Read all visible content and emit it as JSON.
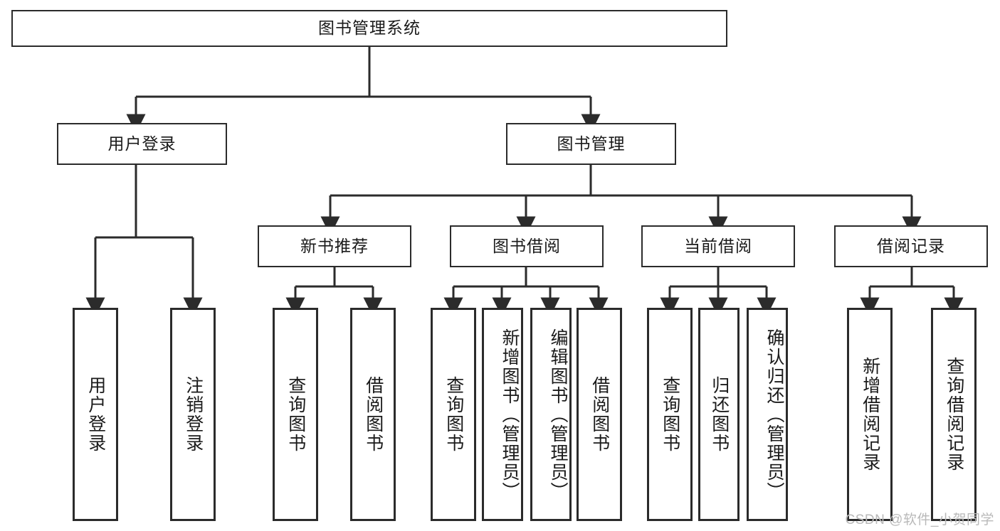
{
  "diagram": {
    "type": "tree-hierarchy",
    "orientation": "top-down",
    "root": {
      "id": "root",
      "label": "图书管理系统"
    },
    "level2": [
      {
        "id": "user-login",
        "label": "用户登录"
      },
      {
        "id": "book-management",
        "label": "图书管理"
      }
    ],
    "level3": [
      {
        "id": "new-book-recommend",
        "label": "新书推荐",
        "parent": "book-management"
      },
      {
        "id": "book-borrow",
        "label": "图书借阅",
        "parent": "book-management"
      },
      {
        "id": "current-borrow",
        "label": "当前借阅",
        "parent": "book-management"
      },
      {
        "id": "borrow-record",
        "label": "借阅记录",
        "parent": "book-management"
      }
    ],
    "leaves": [
      {
        "id": "leaf-user-login",
        "label": "用户登录",
        "parent": "user-login"
      },
      {
        "id": "leaf-user-logout",
        "label": "注销登录",
        "parent": "user-login"
      },
      {
        "id": "leaf-query-book-1",
        "label": "查询图书",
        "parent": "new-book-recommend"
      },
      {
        "id": "leaf-borrow-book-1",
        "label": "借阅图书",
        "parent": "new-book-recommend"
      },
      {
        "id": "leaf-query-book-2",
        "label": "查询图书",
        "parent": "book-borrow"
      },
      {
        "id": "leaf-add-book",
        "label": "新增图书（管理员）",
        "parent": "book-borrow"
      },
      {
        "id": "leaf-edit-book",
        "label": "编辑图书（管理员）",
        "parent": "book-borrow"
      },
      {
        "id": "leaf-borrow-book-2",
        "label": "借阅图书",
        "parent": "book-borrow"
      },
      {
        "id": "leaf-query-book-3",
        "label": "查询图书",
        "parent": "current-borrow"
      },
      {
        "id": "leaf-return-book",
        "label": "归还图书",
        "parent": "current-borrow"
      },
      {
        "id": "leaf-confirm-return",
        "label": "确认归还（管理员）",
        "parent": "current-borrow"
      },
      {
        "id": "leaf-add-record",
        "label": "新增借阅记录",
        "parent": "borrow-record"
      },
      {
        "id": "leaf-query-record",
        "label": "查询借阅记录",
        "parent": "borrow-record"
      }
    ]
  },
  "watermark": {
    "text": "CSDN @软件_小贺同学"
  },
  "colors": {
    "border": "#2b2b2b",
    "text": "#1a1a1a",
    "background": "#ffffff",
    "watermark": "#b9b9b9"
  }
}
